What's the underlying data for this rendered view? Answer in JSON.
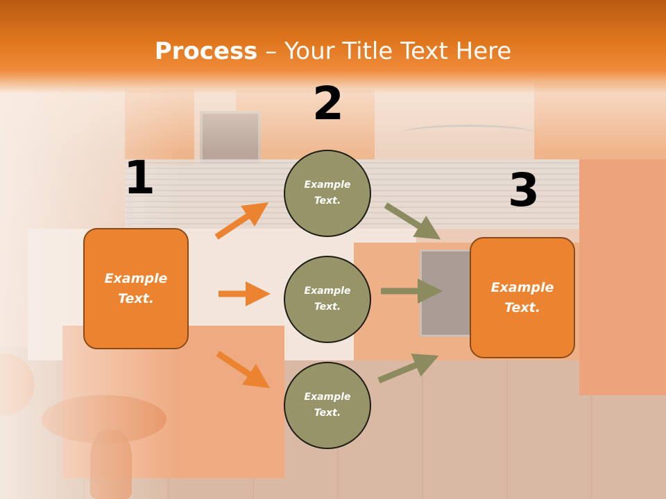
{
  "slide": {
    "title_bold": "Process",
    "title_rest": " – Your Title Text Here",
    "numbers": [
      "1",
      "2",
      "3"
    ],
    "box_1_text": "Example Text.",
    "box_3_text": "Example Text.",
    "circle_top_text": "Example Text.",
    "circle_mid_text": "Example Text.",
    "circle_bot_text": "Example Text."
  },
  "colors": {
    "banner": "#e0771e",
    "box_fill": "#ec8330",
    "circle_fill": "#979469",
    "arrow_orange": "#ec8330",
    "arrow_olive": "#8c8b5f"
  },
  "icons": [
    "arrow-icon"
  ]
}
